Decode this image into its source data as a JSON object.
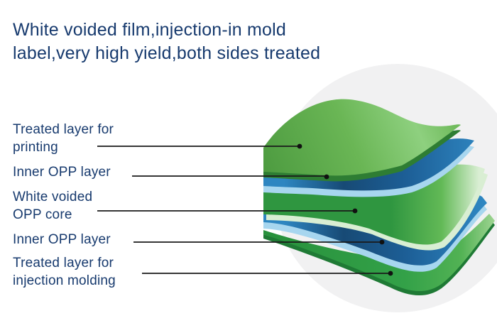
{
  "title": {
    "lines": [
      "White voided film,injection-in mold",
      "label,very high yield,both sides treated"
    ]
  },
  "labels": [
    {
      "id": "treated-layer-printing",
      "lines": [
        "Treated layer for",
        "printing"
      ]
    },
    {
      "id": "inner-opp-layer-top",
      "lines": [
        "Inner OPP layer"
      ]
    },
    {
      "id": "white-voided-opp-core",
      "lines": [
        "White voided",
        "OPP core"
      ]
    },
    {
      "id": "inner-opp-layer-bottom",
      "lines": [
        "Inner OPP layer"
      ]
    },
    {
      "id": "treated-layer-injection",
      "lines": [
        "Treated layer for",
        "injection molding"
      ]
    }
  ],
  "colors": {
    "background": "#ffffff",
    "circle_backdrop": "#f1f1f2",
    "title_text": "#173a6e",
    "label_text": "#173a6e",
    "leader_line": "#1a1a1a",
    "leader_dot": "#111111",
    "green_top_dark": "#4e9c41",
    "green_top_mid": "#6ab655",
    "green_top_light": "#8ed07f",
    "green_edge_dark": "#2e7d33",
    "green_core": "#2f9640",
    "green_core_pale_face": "#d9eed3",
    "green_bottom": "#28913c",
    "green_bottom_dark": "#1f7a35",
    "blue_dark": "#174a75",
    "blue_mid": "#1d5f97",
    "blue_bright": "#2e86c1",
    "blue_light_accent": "#a7d6ef"
  }
}
